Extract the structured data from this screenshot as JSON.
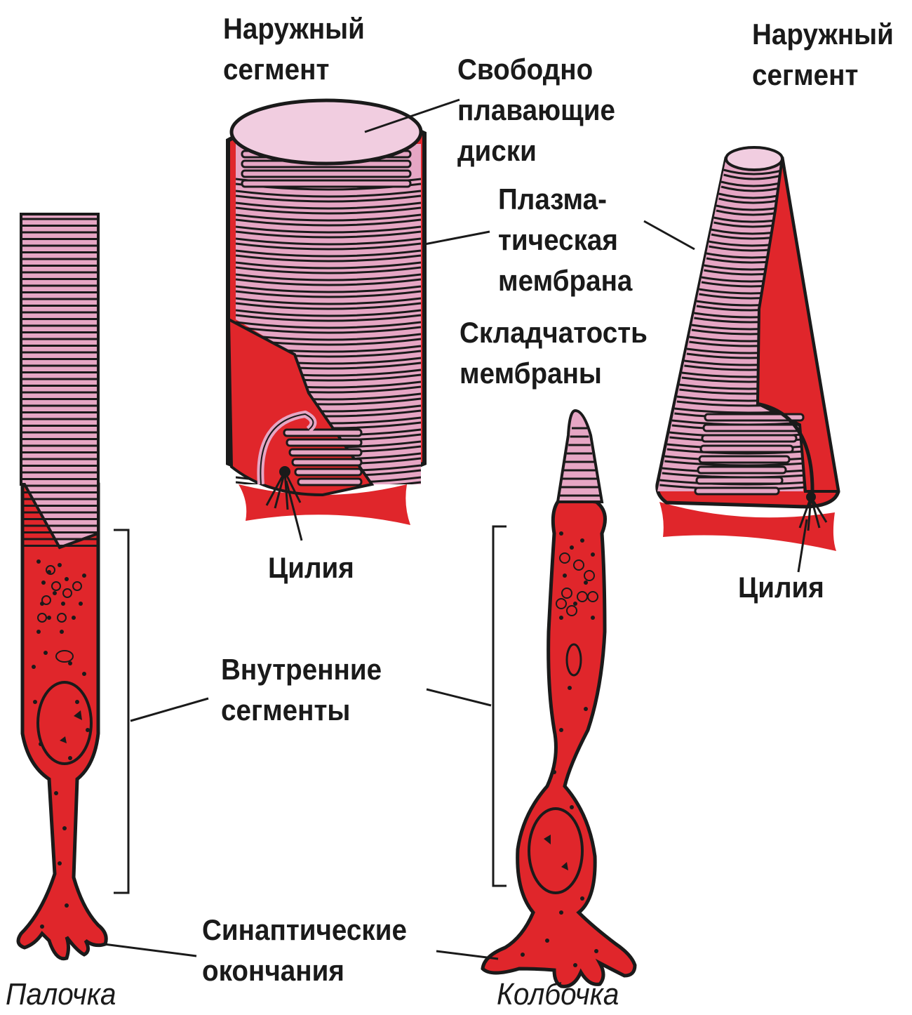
{
  "colors": {
    "cytoplasm": "#e0262b",
    "disc": "#e6a6c4",
    "disc_light": "#f1cde0",
    "outline": "#1a1a1a",
    "background": "#ffffff"
  },
  "labels": {
    "outer_segment_mid": [
      "Наружный",
      "сегмент"
    ],
    "outer_segment_right": [
      "Наружный",
      "сегмент"
    ],
    "free_discs": [
      "Свободно",
      "плавающие",
      "диски"
    ],
    "plasma_membrane": [
      "Плазма-",
      "тическая",
      "мембрана"
    ],
    "membrane_folding": [
      "Складчатость",
      "мембраны"
    ],
    "cilium_mid": "Цилия",
    "cilium_right": "Цилия",
    "inner_segments": [
      "Внутренние",
      "сегменты"
    ],
    "synaptic_endings": [
      "Синаптические",
      "окончания"
    ],
    "rod": "Палочка",
    "cone": "Колбочка"
  }
}
